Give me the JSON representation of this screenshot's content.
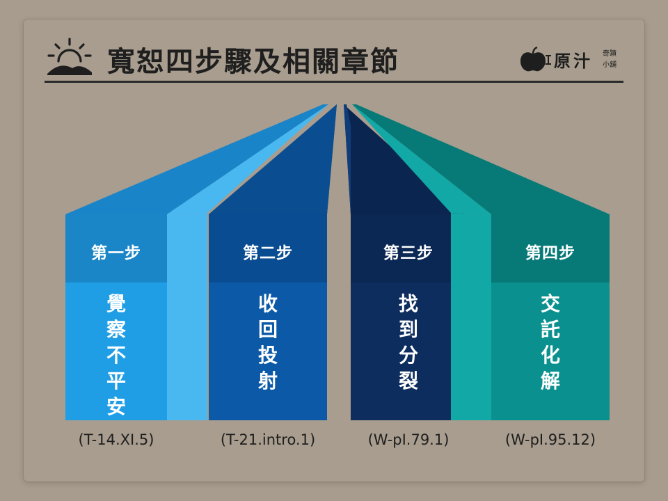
{
  "title": "寬恕四步驟及相關章節",
  "logo": {
    "main": "原汁",
    "sub1": "奇蹟",
    "sub2": "小舖"
  },
  "steps": [
    {
      "head": "第一步",
      "body": "覺察不平安",
      "ref": "(T-14.XI.5)",
      "colors": {
        "front": "#1f9ee6",
        "top": "#1a84c9",
        "side": "#49b8f0",
        "head": "#1a86c8"
      }
    },
    {
      "head": "第二步",
      "body": "收回投射",
      "ref": "(T-21.intro.1)",
      "colors": {
        "front": "#0c5aa7",
        "top": "#0a4d91",
        "side": "#1372c6",
        "head": "#0a4c91"
      }
    },
    {
      "head": "第三步",
      "body": "找到分裂",
      "ref": "(W-pI.79.1)",
      "colors": {
        "front": "#0c2d5e",
        "top": "#0a2650",
        "side": "#113c7a",
        "head": "#0b2753"
      }
    },
    {
      "head": "第四步",
      "body": "交託化解",
      "ref": "(W-pI.95.12)",
      "colors": {
        "front": "#0a918f",
        "top": "#077a78",
        "side": "#12a8a5",
        "head": "#077a78"
      }
    }
  ]
}
